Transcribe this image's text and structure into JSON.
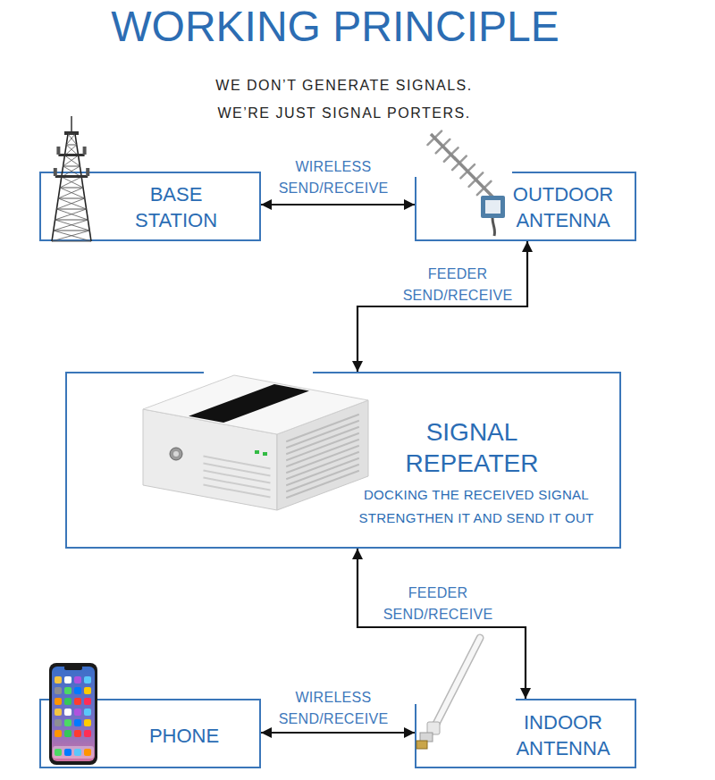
{
  "diagram": {
    "title": "WORKING PRINCIPLE",
    "nodes": [
      {
        "text": [
          "BASE STATION"
        ]
      },
      {
        "text": [
          "OUTDOOR ANTENNA"
        ]
      },
      {
        "text": [
          "SIGNAL REPEATER",
          "DOCKING THE RECEIVED SIGNAL STRENGTHEN IT AND SEND IT OUT"
        ]
      },
      {
        "text": [
          "PHONE"
        ]
      },
      {
        "text": [
          "INDOOR ANTENNA"
        ]
      }
    ],
    "edges": [
      {
        "from": 0,
        "to": 1,
        "label": "WIRELESS SEND/RECEIVE",
        "arrow": "both"
      },
      {
        "from": 1,
        "to": 2,
        "label": "FEEDER SEND/RECEIVE",
        "arrow": "both"
      },
      {
        "from": 2,
        "to": 4,
        "label": "FEEDER SEND/RECEIVE",
        "arrow": "both"
      },
      {
        "from": 3,
        "to": 4,
        "label": "WIRELESS SEND/RECEIVE",
        "arrow": "both"
      }
    ],
    "labels": [
      "WE DON’T GENERATE SIGNALS.",
      "WE’RE JUST SIGNAL PORTERS."
    ]
  }
}
